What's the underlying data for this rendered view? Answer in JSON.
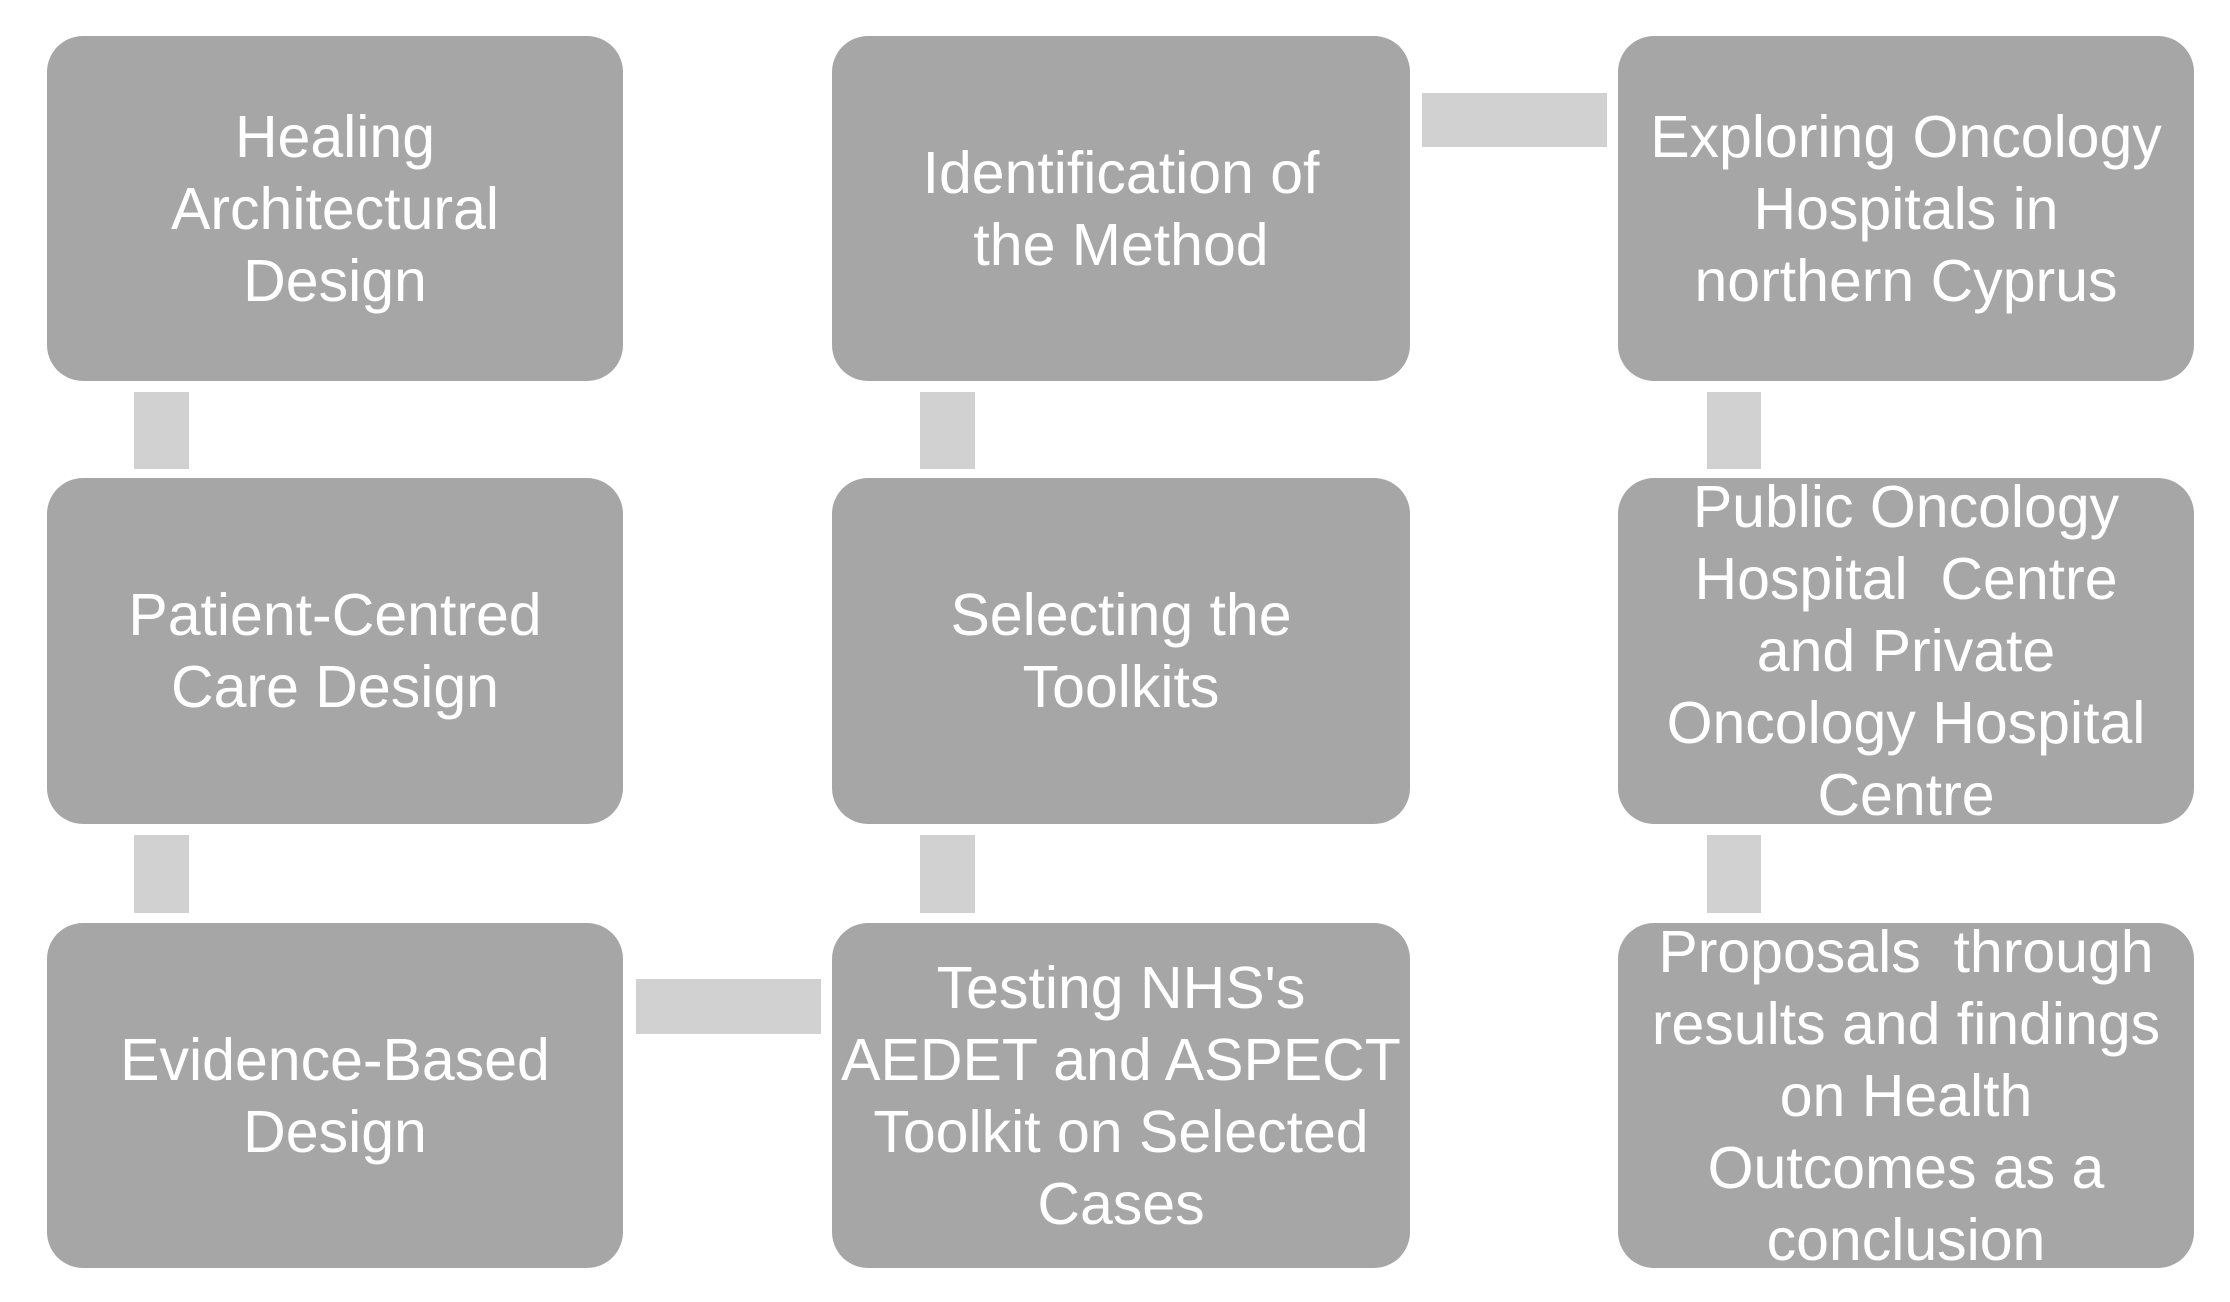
{
  "page": {
    "background": "#ffffff"
  },
  "colors": {
    "box_fill": "#a6a6a6",
    "connector_fill": "#d1d1d1",
    "box_text": "#ffffff"
  },
  "diagram": {
    "type": "flow-diagram",
    "description": "Three-column research process diagram with gray rounded boxes linked by light gray bar connectors",
    "boxes": [
      {
        "id": "healing-architectural-design",
        "label": "Healing\nArchitectural\nDesign"
      },
      {
        "id": "patient-centred-care-design",
        "label": "Patient-Centred\nCare Design"
      },
      {
        "id": "evidence-based-design",
        "label": "Evidence-Based\nDesign"
      },
      {
        "id": "identification-of-the-method",
        "label": "Identification of\nthe Method"
      },
      {
        "id": "selecting-the-toolkits",
        "label": "Selecting the\nToolkits"
      },
      {
        "id": "testing-nhs-aedet-aspect",
        "label": "Testing NHS's\nAEDET and ASPECT\nToolkit on Selected\nCases"
      },
      {
        "id": "exploring-oncology-hospitals",
        "label": "Exploring Oncology\nHospitals in\nnorthern Cyprus"
      },
      {
        "id": "public-private-oncology-hospital-centre",
        "label": "Public Oncology\nHospital  Centre\nand Private\nOncology Hospital\nCentre"
      },
      {
        "id": "proposals-through-results",
        "label": "Proposals  through\nresults and findings\non Health\nOutcomes as a\nconclusion"
      }
    ],
    "connectors": [
      {
        "from": "healing-architectural-design",
        "to": "patient-centred-care-design",
        "orientation": "vertical"
      },
      {
        "from": "patient-centred-care-design",
        "to": "evidence-based-design",
        "orientation": "vertical"
      },
      {
        "from": "identification-of-the-method",
        "to": "selecting-the-toolkits",
        "orientation": "vertical"
      },
      {
        "from": "selecting-the-toolkits",
        "to": "testing-nhs-aedet-aspect",
        "orientation": "vertical"
      },
      {
        "from": "exploring-oncology-hospitals",
        "to": "public-private-oncology-hospital-centre",
        "orientation": "vertical"
      },
      {
        "from": "public-private-oncology-hospital-centre",
        "to": "proposals-through-results",
        "orientation": "vertical"
      },
      {
        "from": "identification-of-the-method",
        "to": "exploring-oncology-hospitals",
        "orientation": "horizontal"
      },
      {
        "from": "evidence-based-design",
        "to": "testing-nhs-aedet-aspect",
        "orientation": "horizontal"
      }
    ]
  }
}
